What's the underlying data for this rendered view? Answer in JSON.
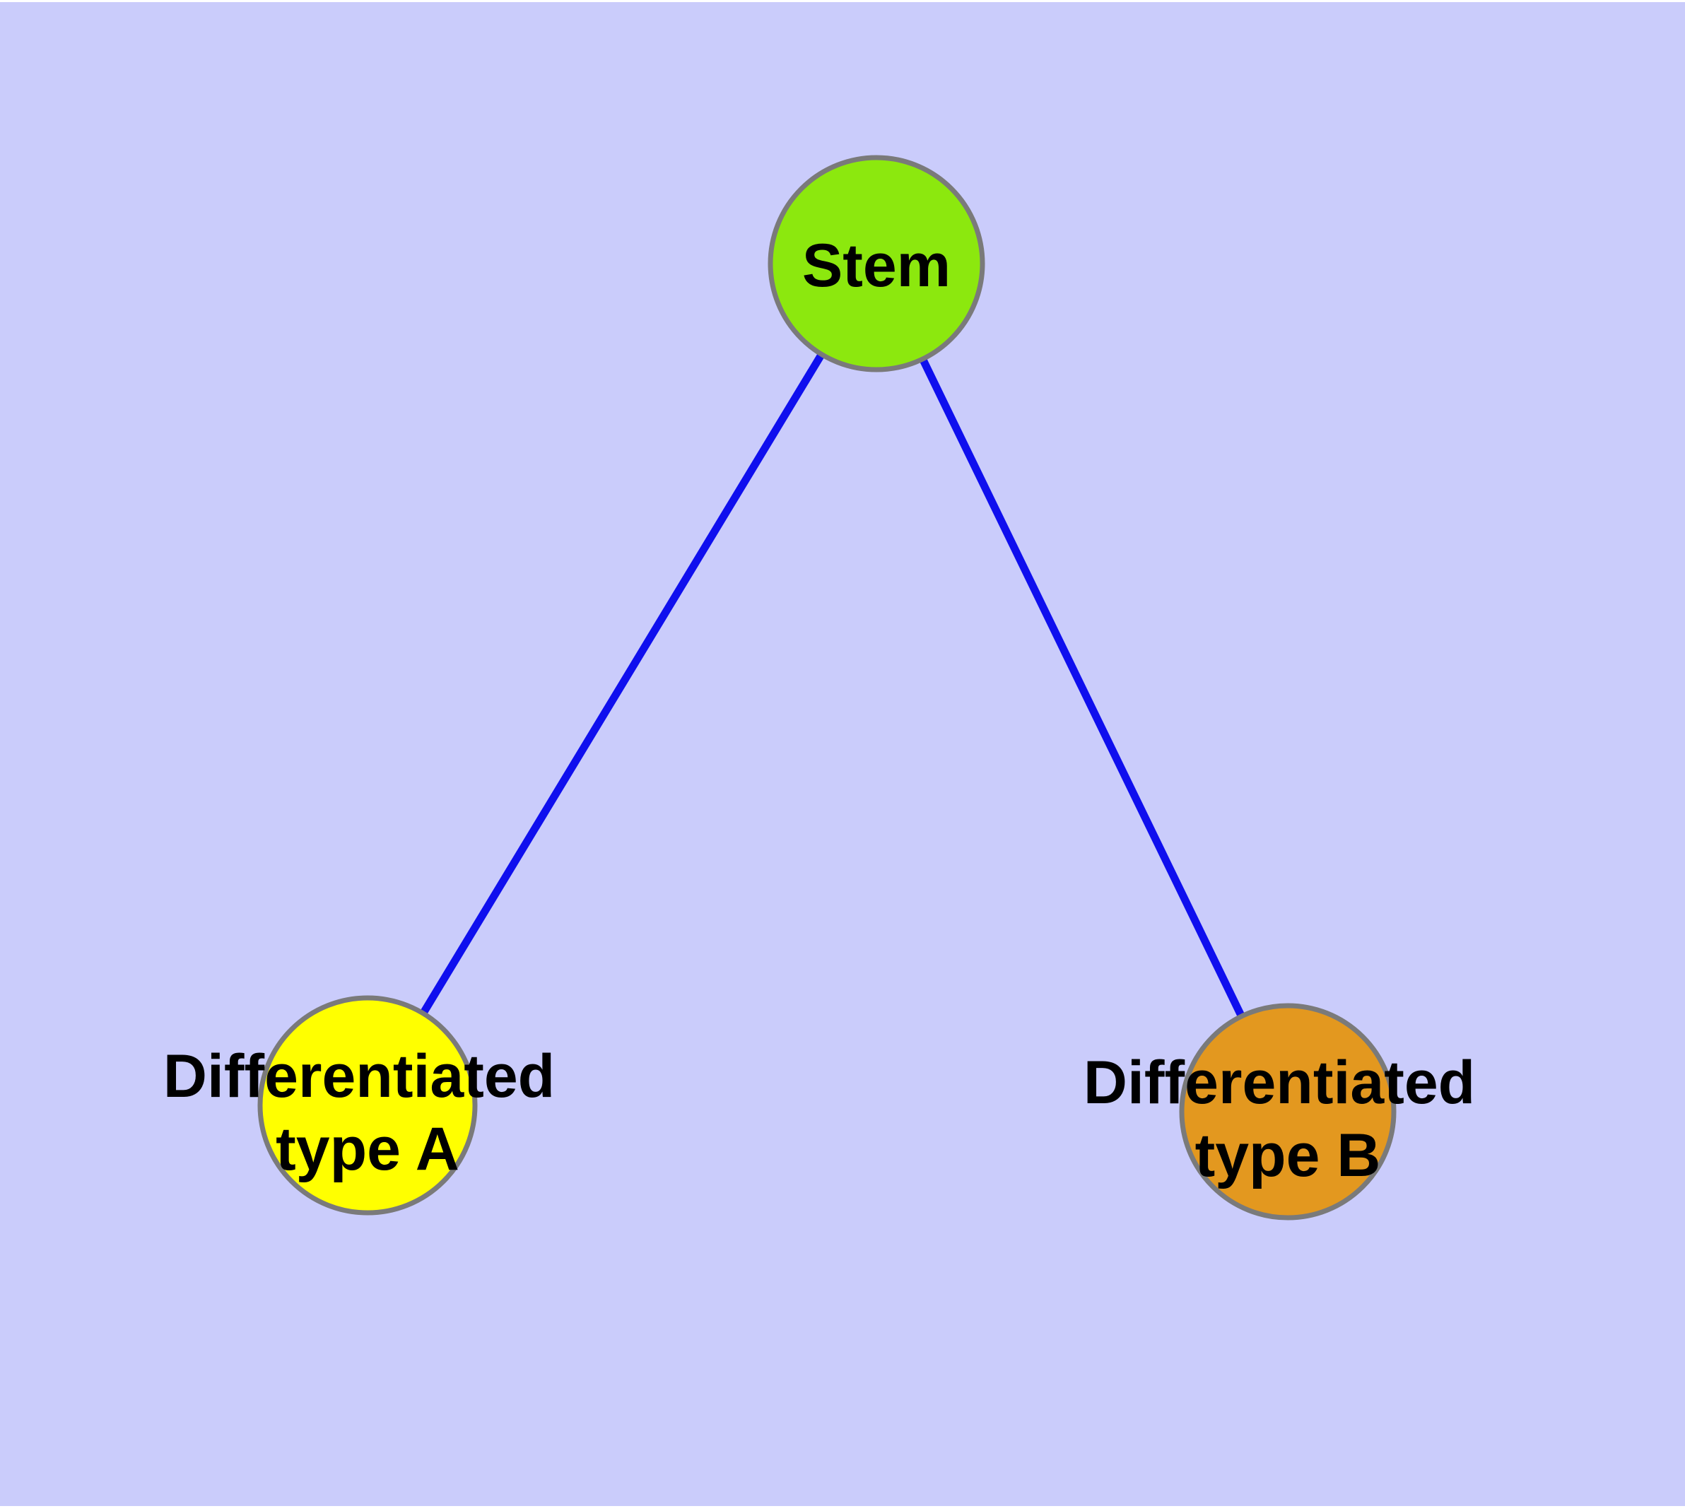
{
  "diagram": {
    "background_color": "#caccfb",
    "page_margin_color": "#ffffff",
    "edge_color": "#0f0fee",
    "node_border_color": "#7a7a7a",
    "label_color": "#000000",
    "nodes": [
      {
        "id": "stem",
        "label": "Stem",
        "fill": "#8ce80e"
      },
      {
        "id": "differentiated-type-a",
        "label_line1": "Differentiated",
        "label_line2": "type A",
        "fill": "#ffff00"
      },
      {
        "id": "differentiated-type-b",
        "label_line1": "Differentiated",
        "label_line2": "type B",
        "fill": "#e3981f"
      }
    ],
    "edges": [
      {
        "from": "Stem",
        "to": "Differentiated type A"
      },
      {
        "from": "Stem",
        "to": "Differentiated type B"
      }
    ]
  }
}
